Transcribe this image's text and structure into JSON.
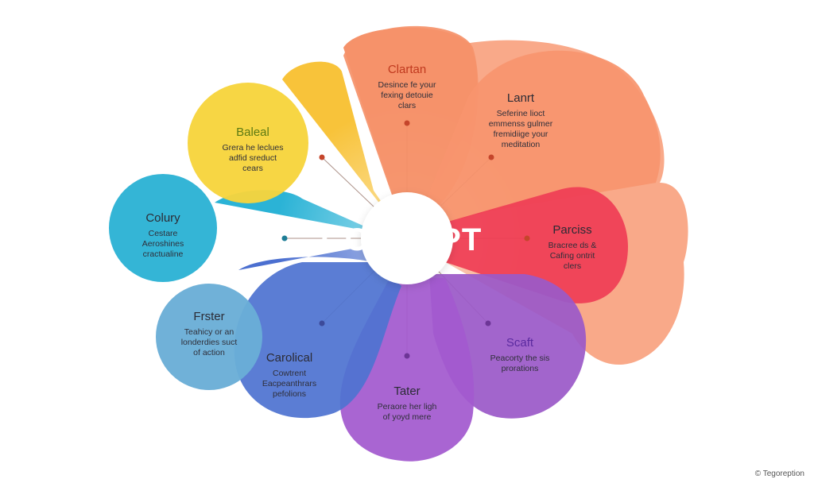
{
  "center_label": "CONCEPT",
  "credit": "© Tegoreption",
  "petals": [
    {
      "key": "clartan",
      "title": "Clartan",
      "lines": [
        "Desince fe your",
        "fexing detouie",
        "clars"
      ],
      "color": "#f5926a",
      "title_color": "#c0391e"
    },
    {
      "key": "lanrt",
      "title": "Lanrt",
      "lines": [
        "Seferine lioct",
        "emmenss gulmer",
        "fremidiige your",
        "meditation"
      ],
      "color": "#f7946e",
      "title_color": "#2b2b35"
    },
    {
      "key": "parciss",
      "title": "Parciss",
      "lines": [
        "Bracree ds &",
        "Cafing ontrit",
        "clers"
      ],
      "color": "#ef3d55",
      "title_color": "#2b2b35"
    },
    {
      "key": "scaft",
      "title": "Scaft",
      "lines": [
        "Peacorty the sis",
        "prorations"
      ],
      "color": "#9b59c8",
      "title_color": "#5b2aa0"
    },
    {
      "key": "tater",
      "title": "Tater",
      "lines": [
        "Peraore her ligh",
        "of yoyd mere"
      ],
      "color": "#a259cf",
      "title_color": "#2b2b35"
    },
    {
      "key": "carolical",
      "title": "Carolical",
      "lines": [
        "Cowtrent",
        "Eacpeanthrars",
        "pefolions"
      ],
      "color": "#4f73d1",
      "title_color": "#2b2b35"
    },
    {
      "key": "frster",
      "title": "Frster",
      "lines": [
        "Teahicy or an",
        "londerdies suct",
        "of action"
      ],
      "color": "#6aaed6",
      "title_color": "#2b2b35"
    },
    {
      "key": "colury",
      "title": "Colury",
      "lines": [
        "Cestare",
        "Aeroshines",
        "cractualine"
      ],
      "color": "#2cb2d4",
      "title_color": "#2b2b35"
    },
    {
      "key": "baleal",
      "title": "Baleal",
      "lines": [
        "Grera he leclues",
        "adfid sreduct",
        "cears"
      ],
      "color": "#f7d43c",
      "title_color": "#5c7a12"
    }
  ]
}
